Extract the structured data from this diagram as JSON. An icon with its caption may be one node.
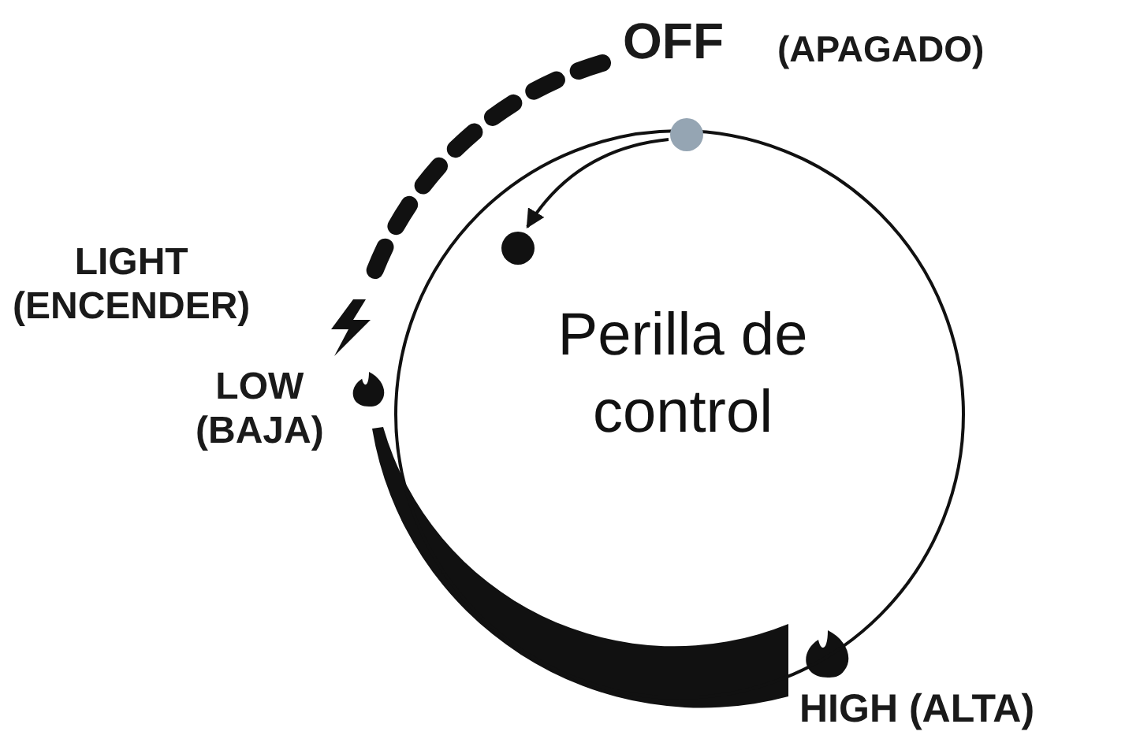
{
  "diagram": {
    "nodes": [
      {
        "text": [
          "Perilla de control"
        ]
      },
      {
        "text": [],
        "shape": "circle",
        "in": 0
      },
      {
        "text": [],
        "shape": "circle",
        "in": 0
      }
    ],
    "edges": [
      {
        "from": 1,
        "to": 2,
        "arrow": "to"
      }
    ],
    "labels": [
      "OFF",
      "(APAGADO)",
      "LIGHT (ENCENDER)",
      "LOW (BAJA)",
      "HIGH (ALTA)"
    ]
  }
}
